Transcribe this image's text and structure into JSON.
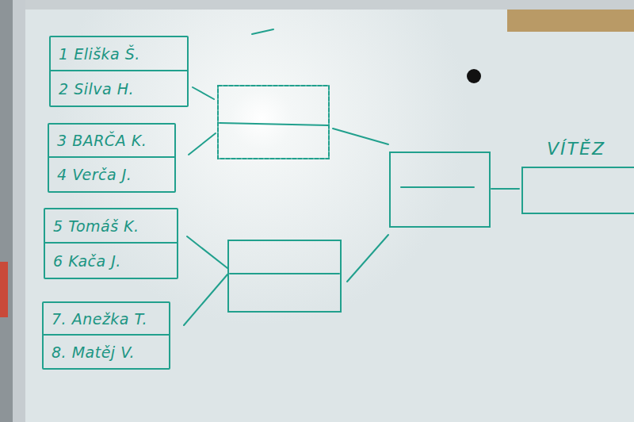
{
  "diagram": {
    "nodes": [
      {
        "text": [
          "1 Eliška Š.",
          "2 Silva H."
        ]
      },
      {
        "text": [
          "3 BARČA K.",
          "4 Verča J."
        ]
      },
      {
        "text": [
          "5 Tomáš K.",
          "6 Kača J."
        ]
      },
      {
        "text": [
          "7. Anežka T.",
          "8. Matěj V."
        ]
      },
      {
        "text": [
          "VÍTĚZ"
        ]
      }
    ]
  }
}
